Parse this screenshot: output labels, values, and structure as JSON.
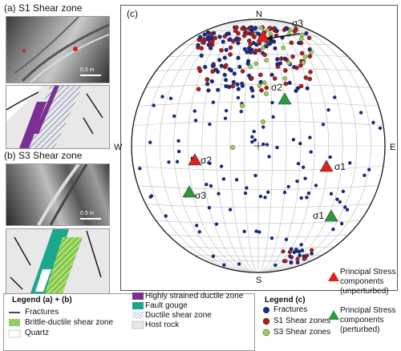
{
  "panels": {
    "a_title": "(a) S1 Shear zone",
    "b_title": "(b) S3 Shear zone",
    "c_label": "(c)",
    "scale_a": "0.5 m",
    "scale_b": "0.5 m"
  },
  "legend_ab": {
    "title": "Legend (a) + (b)",
    "items": [
      {
        "label": "Fractures"
      },
      {
        "label": "Brittle-ductile shear zone"
      },
      {
        "label": "Quartz"
      },
      {
        "label": "Highly strained ductile zone",
        "color": "#7b2f93"
      },
      {
        "label": "Fault gouge",
        "color": "#1aa88c"
      },
      {
        "label": "Ductile shear zone"
      },
      {
        "label": "Host rock",
        "color": "#e8e8e8"
      }
    ]
  },
  "stereonet": {
    "north": "N",
    "south": "S",
    "east": "E",
    "west": "W",
    "sigma_unperturbed": [
      {
        "label": "σ3",
        "color": "#e02020"
      },
      {
        "label": "σ2",
        "color": "#e02020"
      },
      {
        "label": "σ1",
        "color": "#e02020"
      }
    ],
    "sigma_perturbed": [
      {
        "label": "σ2",
        "color": "#2c9a3a"
      },
      {
        "label": "σ3",
        "color": "#2c9a3a"
      },
      {
        "label": "σ1",
        "color": "#2c9a3a"
      }
    ]
  },
  "legend_c": {
    "title": "Legend (c)",
    "items": [
      {
        "label": "Fractures",
        "color": "#1c2a7a"
      },
      {
        "label": "S1 Shear zones",
        "color": "#b01c1c"
      },
      {
        "label": "S3 Shear zones",
        "color": "#9acd5a"
      }
    ],
    "stress_unperturbed": "Principal Stress components (unperturbed)",
    "stress_perturbed": "Principal Stress components (perturbed)"
  }
}
